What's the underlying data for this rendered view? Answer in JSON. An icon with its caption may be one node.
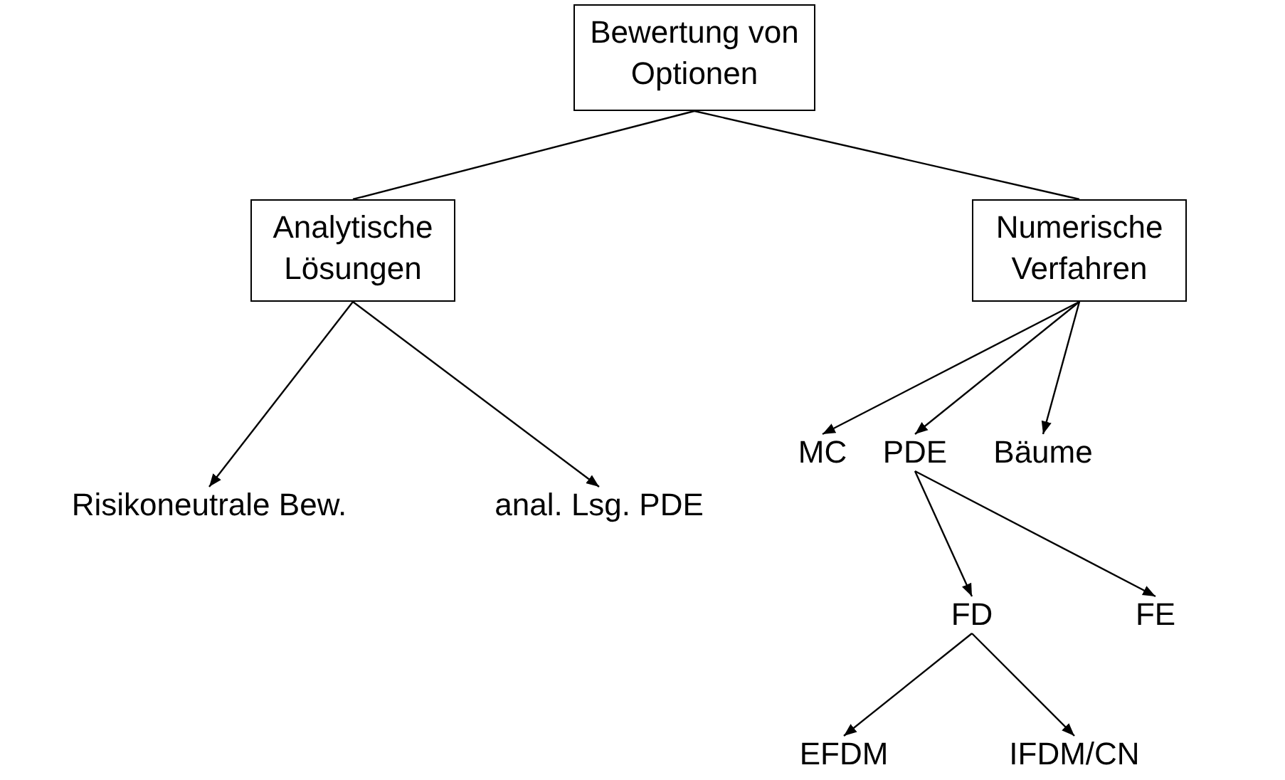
{
  "diagram": {
    "nodes": [
      {
        "text": [
          "Bewertung von Optionen"
        ]
      },
      {
        "text": [
          "Analytische Lösungen"
        ]
      },
      {
        "text": [
          "Numerische Verfahren"
        ]
      },
      {
        "text": [
          "Risikoneutrale Bew."
        ]
      },
      {
        "text": [
          "anal. Lsg. PDE"
        ]
      },
      {
        "text": [
          "MC"
        ]
      },
      {
        "text": [
          "PDE"
        ]
      },
      {
        "text": [
          "Bäume"
        ]
      },
      {
        "text": [
          "FD"
        ]
      },
      {
        "text": [
          "FE"
        ]
      },
      {
        "text": [
          "EFDM"
        ]
      },
      {
        "text": [
          "IFDM/CN"
        ]
      }
    ],
    "edges": [
      {
        "from": 0,
        "to": 1,
        "arrow": "none"
      },
      {
        "from": 0,
        "to": 2,
        "arrow": "none"
      },
      {
        "from": 1,
        "to": 3,
        "arrow": "to"
      },
      {
        "from": 1,
        "to": 4,
        "arrow": "to"
      },
      {
        "from": 2,
        "to": 5,
        "arrow": "to"
      },
      {
        "from": 2,
        "to": 6,
        "arrow": "to"
      },
      {
        "from": 2,
        "to": 7,
        "arrow": "to"
      },
      {
        "from": 6,
        "to": 8,
        "arrow": "to"
      },
      {
        "from": 6,
        "to": 9,
        "arrow": "to"
      },
      {
        "from": 8,
        "to": 10,
        "arrow": "to"
      },
      {
        "from": 8,
        "to": 11,
        "arrow": "to"
      }
    ]
  }
}
